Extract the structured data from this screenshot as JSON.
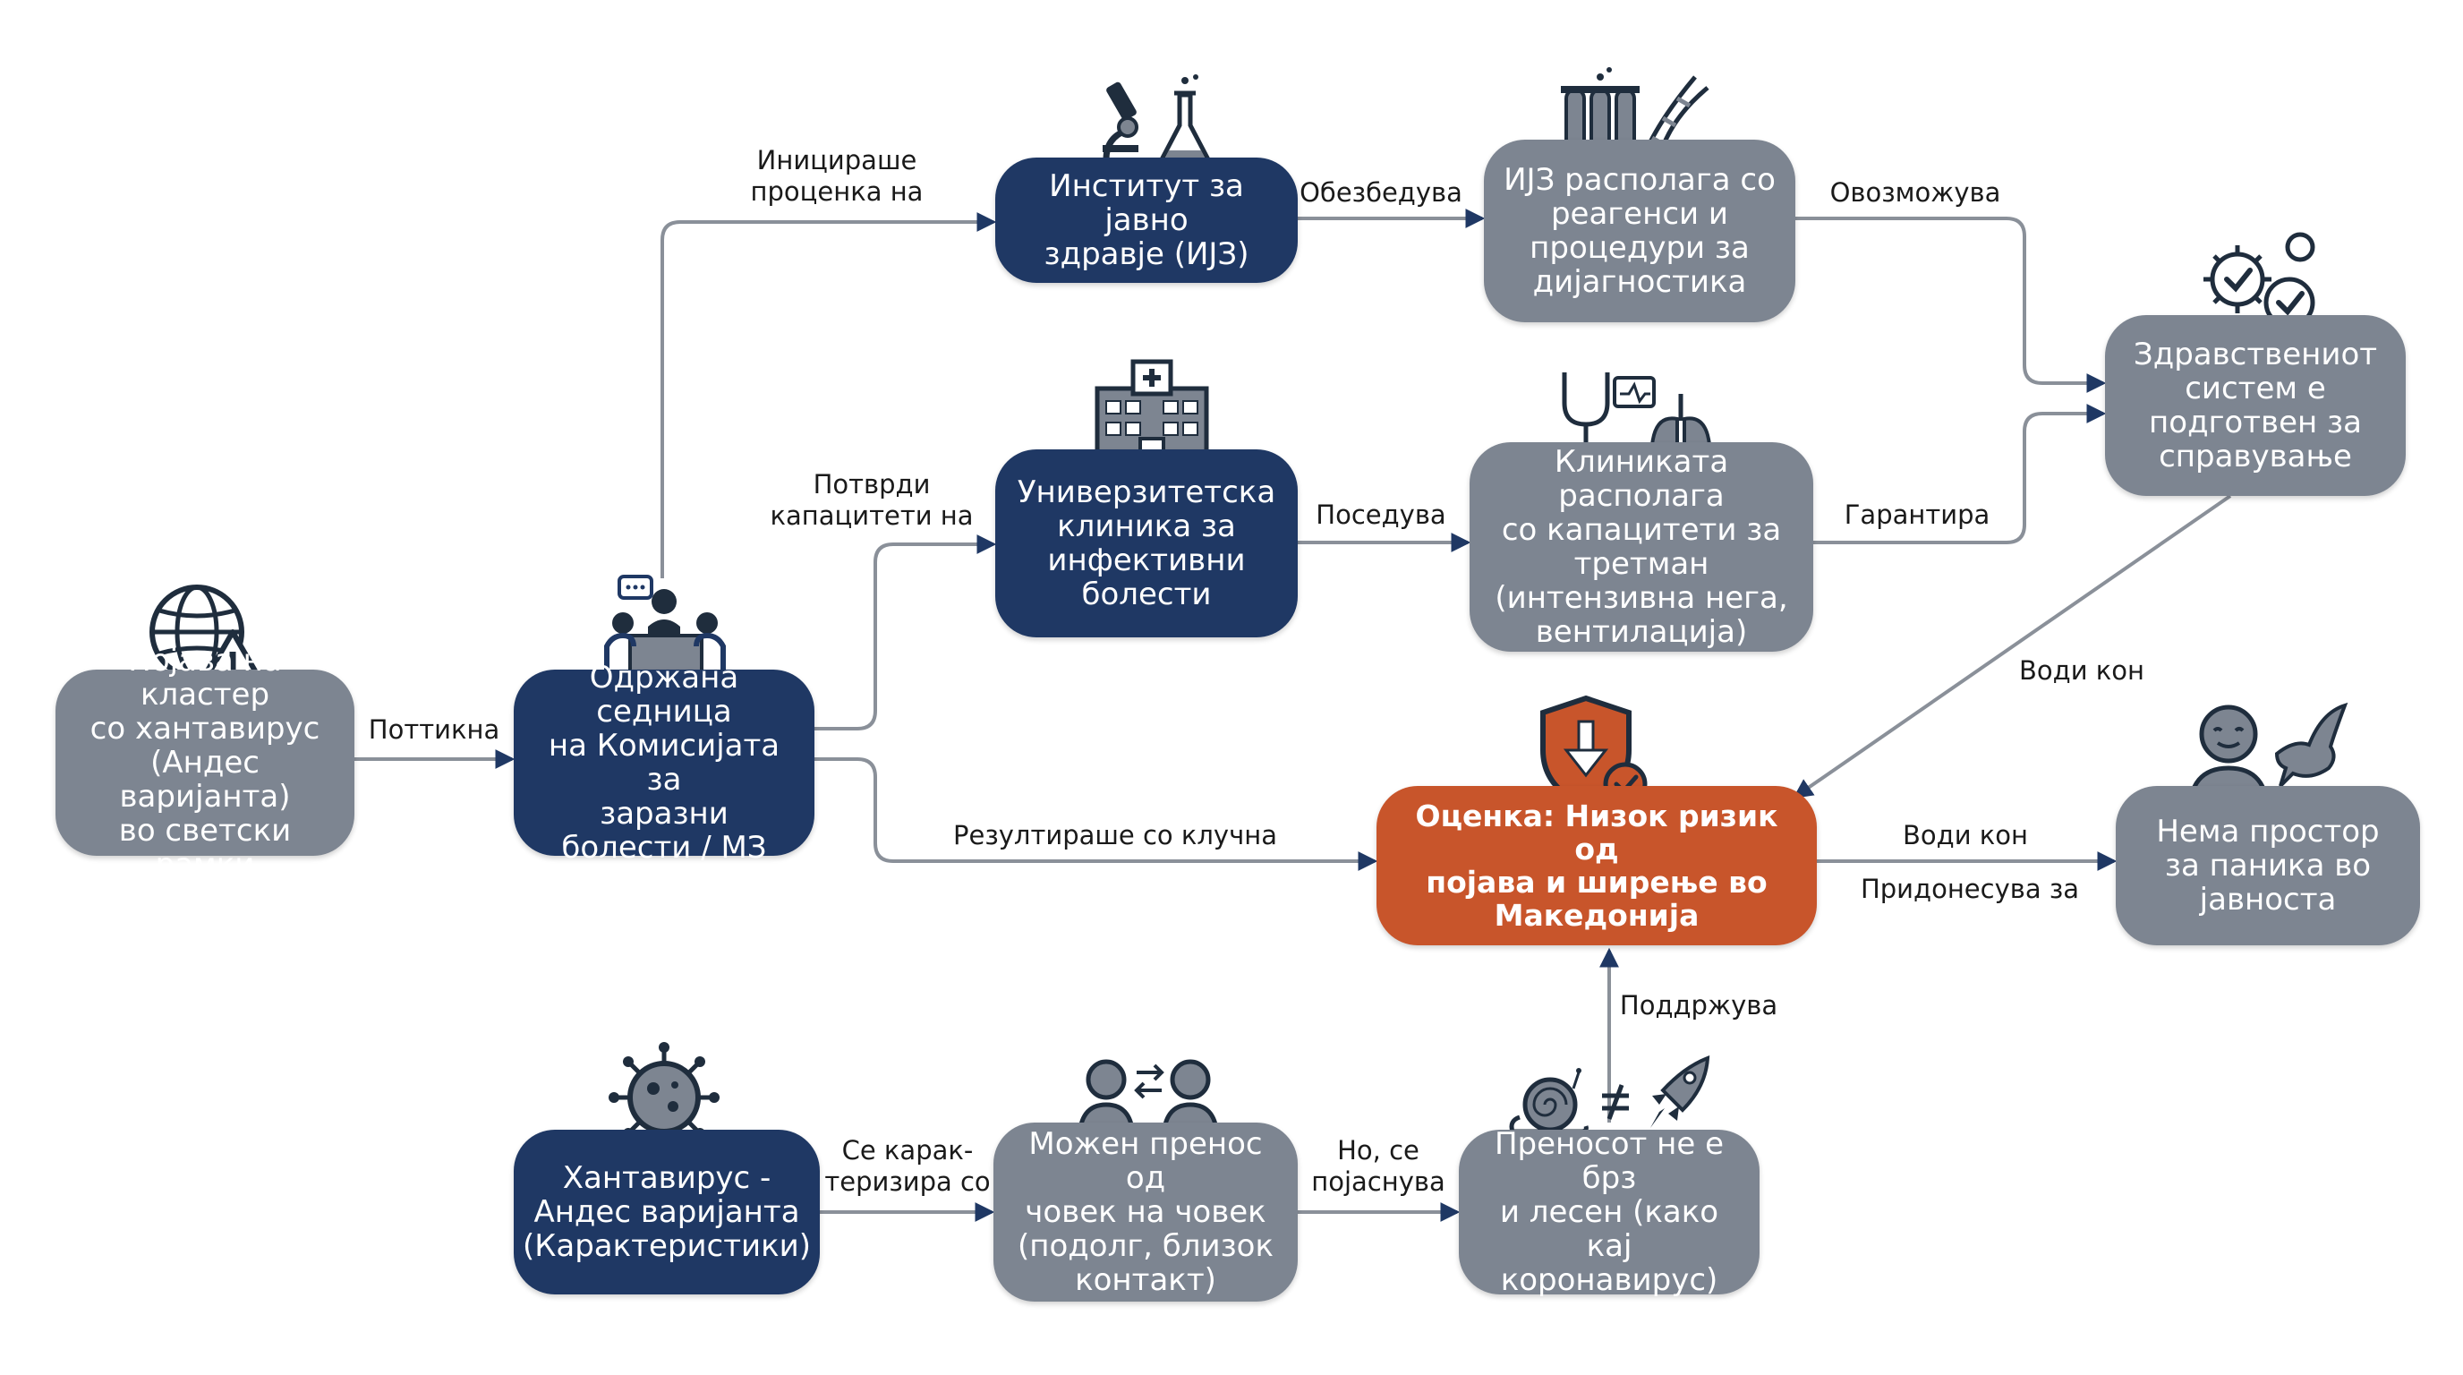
{
  "nodes": {
    "cluster": "Појава на кластер\nсо хантавирус\n(Андес варијанта)\nво светски рамки",
    "session": "Одржана седница\nна Комисијата за\nзаразни\nболести / МЗ",
    "ijz": "Институт за јавно\nздравје (ИЈЗ)",
    "ijz_reagents": "ИЈЗ располага со\nреагенси и\nпроцедури за\nдијагностика",
    "clinic": "Универзитетска\nклиника за\nинфективни\nболести",
    "clinic_capacity": "Клиниката располага\nсо капацитети за\nтретман\n(интензивна нега,\nвентилација)",
    "health_system": "Здравствениот\nсистем е\nподготвен за\nсправување",
    "assessment": "Оценка: Низок ризик од\nпојава и ширење во\nМакедонија",
    "no_panic": "Нема простор\nза паника во\nјавноста",
    "hantavirus": "Хантавирус -\nАндес варијанта\n(Карактеристики)",
    "transmission": "Можен пренос од\nчовек на човек\n(подолг, близок\nконтакт)",
    "not_fast": "Преносот не е брз\nи лесен (како кај\nкоронавирус)"
  },
  "edges": {
    "prompted": "Поттикна",
    "initiated": "Иницираше\nпроценка на",
    "confirmed": "Потврди\nкапацитети на",
    "resulted": "Резултираше со клучна",
    "provides": "Обезбедува",
    "possesses": "Поседува",
    "enables": "Овозможува",
    "guarantees": "Гарантира",
    "leads_to_1": "Води кон",
    "leads_to_2": "Води кон",
    "contributes": "Придонесува за",
    "characterized": "Се карак-\nтеризира со",
    "but_explained": "Но, се\nпојаснува",
    "supports": "Поддржува"
  },
  "colors": {
    "navy": "#1f3864",
    "gray": "#7d8591",
    "orange": "#c8552b",
    "connector": "#8a9099"
  }
}
